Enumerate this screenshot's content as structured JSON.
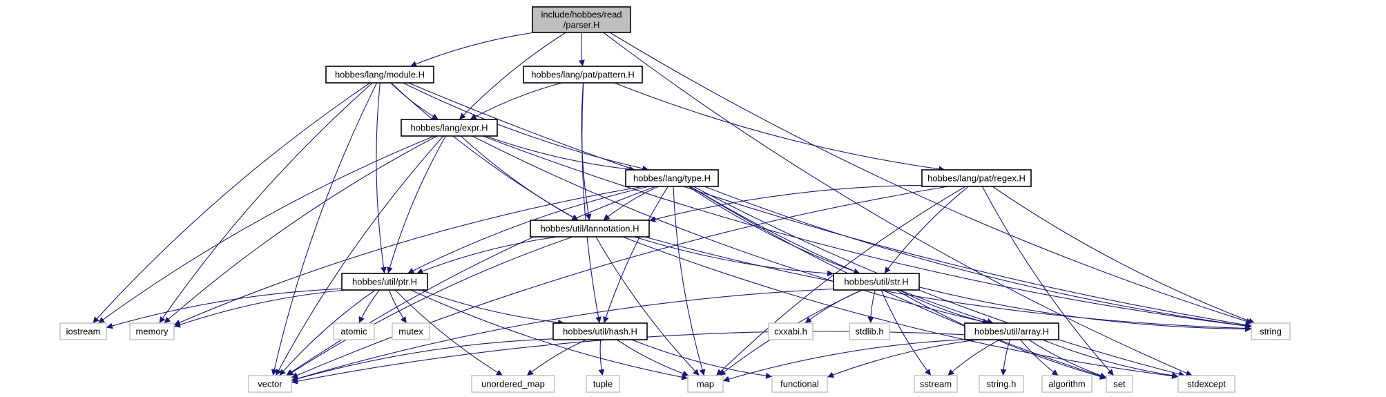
{
  "nodes": [
    {
      "id": "parser",
      "label": [
        "include/hobbes/read",
        "/parser.H"
      ],
      "kind": "root"
    },
    {
      "id": "module",
      "label": [
        "hobbes/lang/module.H"
      ],
      "kind": "internal"
    },
    {
      "id": "pattern",
      "label": [
        "hobbes/lang/pat/pattern.H"
      ],
      "kind": "internal"
    },
    {
      "id": "expr",
      "label": [
        "hobbes/lang/expr.H"
      ],
      "kind": "internal"
    },
    {
      "id": "type",
      "label": [
        "hobbes/lang/type.H"
      ],
      "kind": "internal"
    },
    {
      "id": "regex",
      "label": [
        "hobbes/lang/pat/regex.H"
      ],
      "kind": "internal"
    },
    {
      "id": "lannotation",
      "label": [
        "hobbes/util/lannotation.H"
      ],
      "kind": "internal"
    },
    {
      "id": "ptr",
      "label": [
        "hobbes/util/ptr.H"
      ],
      "kind": "internal"
    },
    {
      "id": "str",
      "label": [
        "hobbes/util/str.H"
      ],
      "kind": "internal"
    },
    {
      "id": "hash",
      "label": [
        "hobbes/util/hash.H"
      ],
      "kind": "internal"
    },
    {
      "id": "array",
      "label": [
        "hobbes/util/array.H"
      ],
      "kind": "internal"
    },
    {
      "id": "iostream",
      "label": [
        "iostream"
      ],
      "kind": "external"
    },
    {
      "id": "memory",
      "label": [
        "memory"
      ],
      "kind": "external"
    },
    {
      "id": "atomic",
      "label": [
        "atomic"
      ],
      "kind": "external"
    },
    {
      "id": "mutex",
      "label": [
        "mutex"
      ],
      "kind": "external"
    },
    {
      "id": "vector",
      "label": [
        "vector"
      ],
      "kind": "external"
    },
    {
      "id": "unordered_map",
      "label": [
        "unordered_map"
      ],
      "kind": "external"
    },
    {
      "id": "tuple",
      "label": [
        "tuple"
      ],
      "kind": "external"
    },
    {
      "id": "map",
      "label": [
        "map"
      ],
      "kind": "external"
    },
    {
      "id": "functional",
      "label": [
        "functional"
      ],
      "kind": "external"
    },
    {
      "id": "cxxabi",
      "label": [
        "cxxabi.h"
      ],
      "kind": "external"
    },
    {
      "id": "stdlib",
      "label": [
        "stdlib.h"
      ],
      "kind": "external"
    },
    {
      "id": "sstream",
      "label": [
        "sstream"
      ],
      "kind": "external"
    },
    {
      "id": "stringh",
      "label": [
        "string.h"
      ],
      "kind": "external"
    },
    {
      "id": "algorithm",
      "label": [
        "algorithm"
      ],
      "kind": "external"
    },
    {
      "id": "set",
      "label": [
        "set"
      ],
      "kind": "external"
    },
    {
      "id": "stdexcept",
      "label": [
        "stdexcept"
      ],
      "kind": "external"
    },
    {
      "id": "string",
      "label": [
        "string"
      ],
      "kind": "external"
    }
  ],
  "edges": [
    [
      "parser",
      "module"
    ],
    [
      "parser",
      "pattern"
    ],
    [
      "parser",
      "expr"
    ],
    [
      "parser",
      "string"
    ],
    [
      "parser",
      "stdexcept"
    ],
    [
      "module",
      "expr"
    ],
    [
      "module",
      "type"
    ],
    [
      "module",
      "lannotation"
    ],
    [
      "module",
      "ptr"
    ],
    [
      "module",
      "iostream"
    ],
    [
      "module",
      "memory"
    ],
    [
      "module",
      "vector"
    ],
    [
      "module",
      "string"
    ],
    [
      "pattern",
      "expr"
    ],
    [
      "pattern",
      "lannotation"
    ],
    [
      "pattern",
      "hash"
    ],
    [
      "pattern",
      "regex"
    ],
    [
      "expr",
      "type"
    ],
    [
      "expr",
      "lannotation"
    ],
    [
      "expr",
      "ptr"
    ],
    [
      "expr",
      "array"
    ],
    [
      "expr",
      "iostream"
    ],
    [
      "expr",
      "memory"
    ],
    [
      "expr",
      "vector"
    ],
    [
      "expr",
      "string"
    ],
    [
      "type",
      "lannotation"
    ],
    [
      "type",
      "ptr"
    ],
    [
      "type",
      "str"
    ],
    [
      "type",
      "hash"
    ],
    [
      "type",
      "array"
    ],
    [
      "type",
      "map"
    ],
    [
      "type",
      "memory"
    ],
    [
      "type",
      "vector"
    ],
    [
      "type",
      "set"
    ],
    [
      "type",
      "stdexcept"
    ],
    [
      "type",
      "string"
    ],
    [
      "regex",
      "lannotation"
    ],
    [
      "regex",
      "str"
    ],
    [
      "regex",
      "map"
    ],
    [
      "regex",
      "set"
    ],
    [
      "regex",
      "string"
    ],
    [
      "regex",
      "vector"
    ],
    [
      "lannotation",
      "ptr"
    ],
    [
      "lannotation",
      "str"
    ],
    [
      "lannotation",
      "vector"
    ],
    [
      "lannotation",
      "map"
    ],
    [
      "lannotation",
      "stdexcept"
    ],
    [
      "lannotation",
      "string"
    ],
    [
      "ptr",
      "hash"
    ],
    [
      "ptr",
      "iostream"
    ],
    [
      "ptr",
      "memory"
    ],
    [
      "ptr",
      "atomic"
    ],
    [
      "ptr",
      "mutex"
    ],
    [
      "ptr",
      "vector"
    ],
    [
      "ptr",
      "unordered_map"
    ],
    [
      "ptr",
      "map"
    ],
    [
      "str",
      "array"
    ],
    [
      "str",
      "cxxabi"
    ],
    [
      "str",
      "stdlib"
    ],
    [
      "str",
      "sstream"
    ],
    [
      "str",
      "vector"
    ],
    [
      "str",
      "map"
    ],
    [
      "str",
      "set"
    ],
    [
      "str",
      "string"
    ],
    [
      "hash",
      "vector"
    ],
    [
      "hash",
      "unordered_map"
    ],
    [
      "hash",
      "tuple"
    ],
    [
      "hash",
      "map"
    ],
    [
      "hash",
      "functional"
    ],
    [
      "array",
      "vector"
    ],
    [
      "array",
      "map"
    ],
    [
      "array",
      "functional"
    ],
    [
      "array",
      "sstream"
    ],
    [
      "array",
      "stringh"
    ],
    [
      "array",
      "algorithm"
    ],
    [
      "array",
      "set"
    ],
    [
      "array",
      "stdexcept"
    ]
  ],
  "colors": {
    "edge": "#191970",
    "root_fill": "#bfbfbf",
    "internal_border": "#000000",
    "external_border": "#bfbfbf"
  }
}
